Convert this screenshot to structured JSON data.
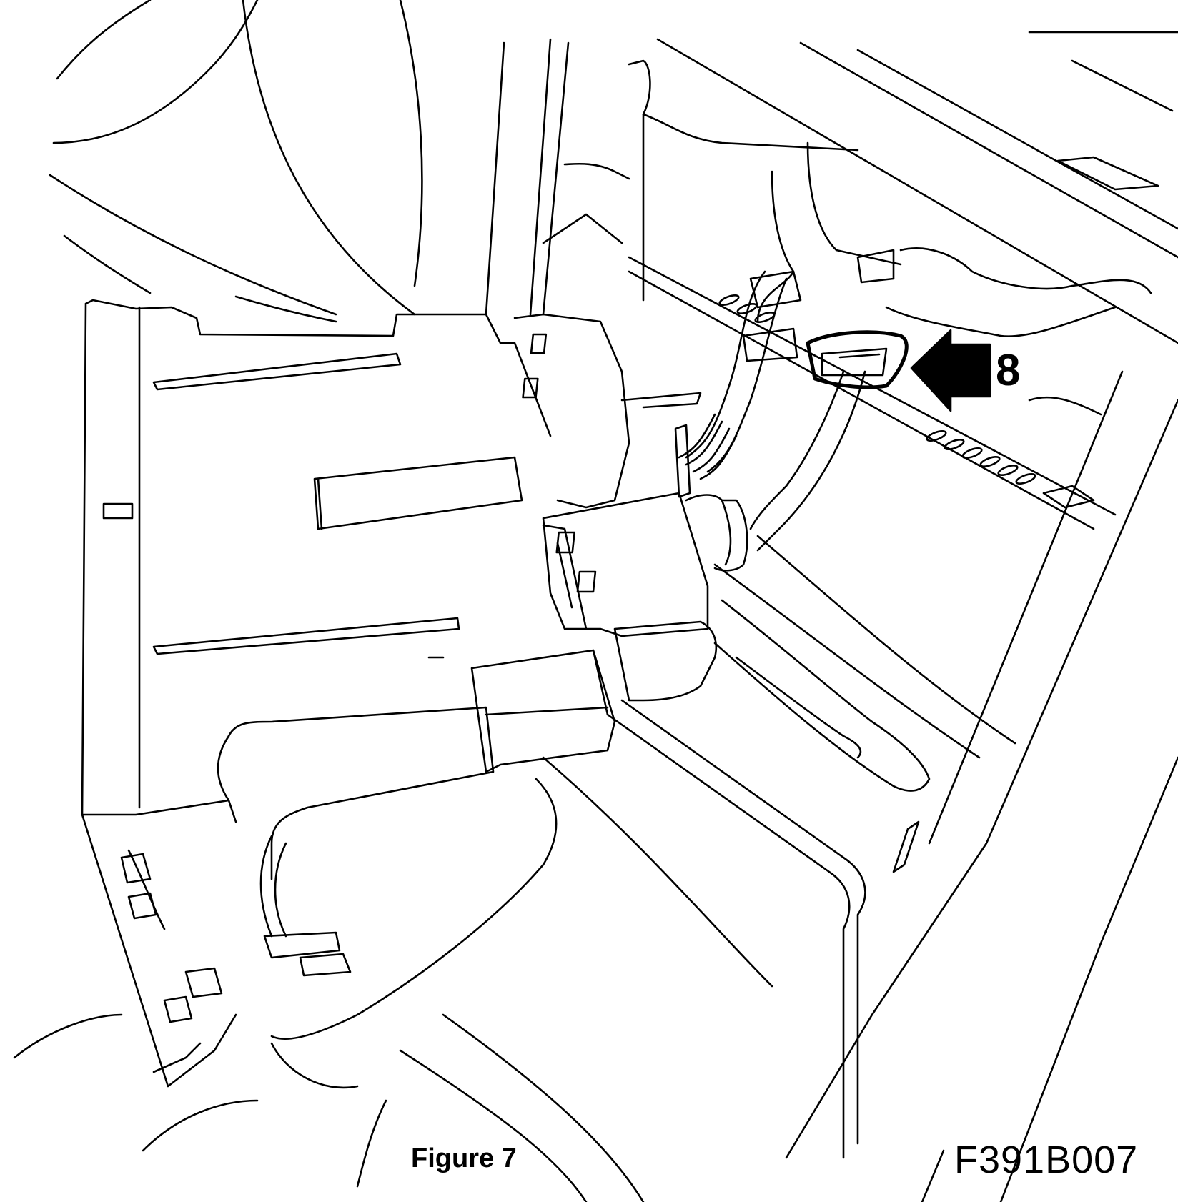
{
  "figure": {
    "caption": "Figure 7",
    "code": "F391B007"
  },
  "callouts": [
    {
      "number": "8",
      "target": "electrical connector"
    }
  ],
  "colors": {
    "line": "#000000",
    "background": "#ffffff"
  },
  "icons": [
    "callout-arrow-icon"
  ]
}
